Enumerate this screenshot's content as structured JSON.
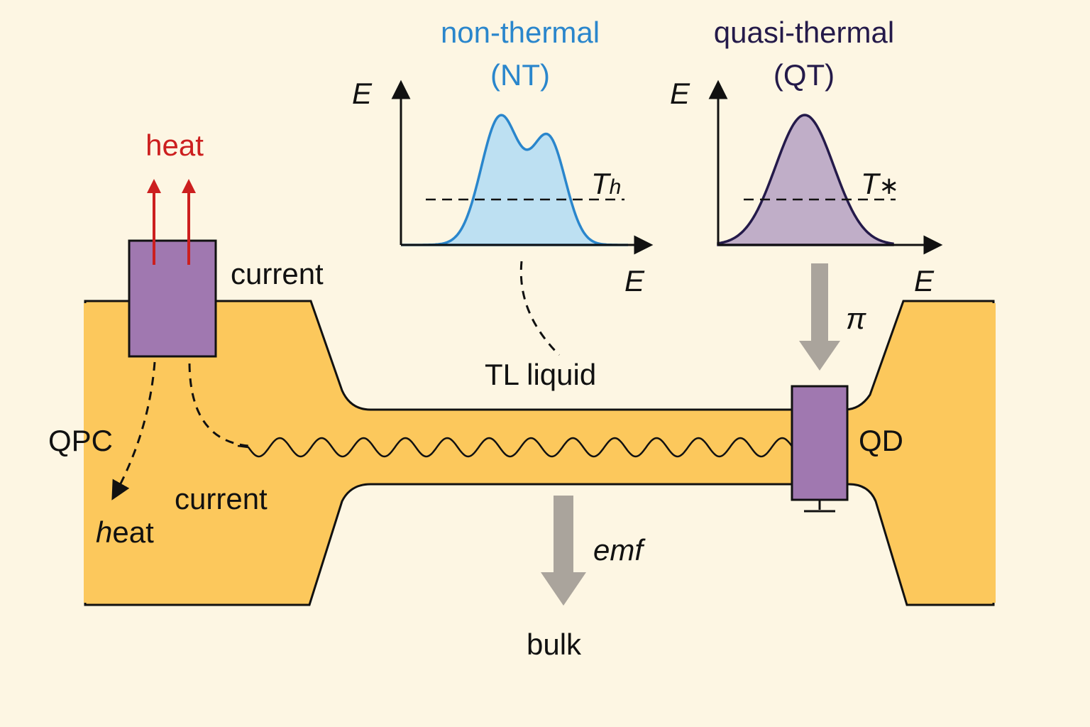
{
  "colors": {
    "background": "#fdf6e3",
    "channel": "#fcc85c",
    "device": "#a078b0",
    "heat_arrow": "#cc1f1f",
    "nt_curve": "#2a86cc",
    "nt_fill": "#bde0f2",
    "qt_curve": "#241a4a",
    "qt_fill": "#c0aec8",
    "flow_arrow": "#aaa49c"
  },
  "labels": {
    "heat_top": "heat",
    "current_top": "current",
    "qpc": "QPC",
    "current_bottom": "current",
    "heat_bottom_h": "h",
    "heat_bottom_rest": "eat",
    "tl_liquid": "TL liquid",
    "qd": "QD",
    "pi": "π",
    "emf": "emf",
    "bulk": "bulk"
  },
  "nt_plot": {
    "title_line1": "non-thermal",
    "title_line2": "(NT)",
    "y_axis": "E",
    "x_axis": "E",
    "temp_main": "T",
    "temp_sub": "h"
  },
  "qt_plot": {
    "title_line1": "quasi-thermal",
    "title_line2": "(QT)",
    "y_axis": "E",
    "x_axis": "E",
    "temp_main": "T",
    "temp_sub": "∗"
  },
  "icons": {
    "qpc_device": "qpc-block",
    "qd_device": "quantum-dot-block",
    "ground": "ground-icon"
  }
}
